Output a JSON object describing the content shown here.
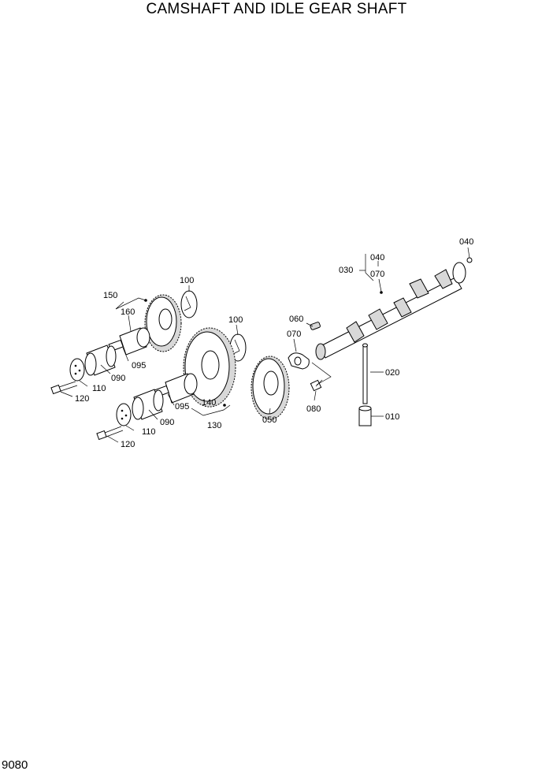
{
  "title": "CAMSHAFT AND IDLE GEAR SHAFT",
  "page_number": "9080",
  "callouts": {
    "c010": "010",
    "c020": "020",
    "c030": "030",
    "c040_top": "040",
    "c040_bracket": "040",
    "c050": "050",
    "c060": "060",
    "c070_bracket": "070",
    "c070_plate": "070",
    "c080": "080",
    "c090_upper": "090",
    "c090_lower": "090",
    "c095_upper": "095",
    "c095_lower": "095",
    "c100_upper": "100",
    "c100_lower": "100",
    "c110_upper": "110",
    "c110_lower": "110",
    "c120_upper": "120",
    "c120_lower": "120",
    "c130": "130",
    "c140": "140",
    "c150": "150",
    "c160": "160"
  }
}
